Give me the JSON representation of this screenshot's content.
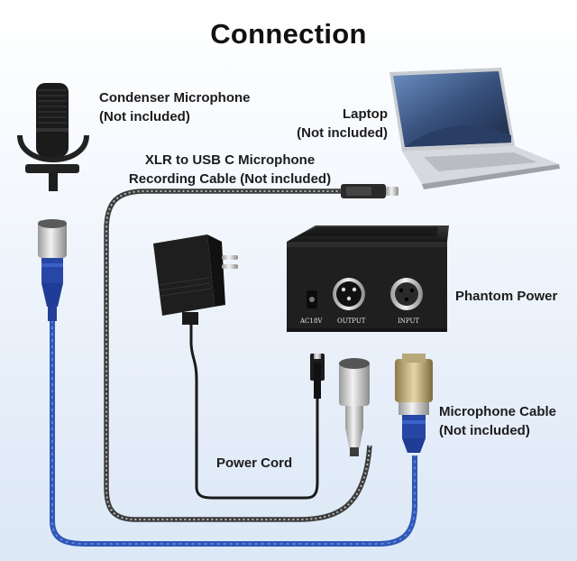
{
  "title": "Connection",
  "labels": {
    "condenser_microphone": {
      "line1": "Condenser Microphone",
      "line2": "(Not included)"
    },
    "laptop": {
      "line1": "Laptop",
      "line2": "(Not included)"
    },
    "xlr_usb_cable": {
      "line1": "XLR to USB C Microphone",
      "line2": "Recording Cable (Not included)"
    },
    "phantom_power": {
      "line1": "Phantom Power"
    },
    "microphone_cable": {
      "line1": "Microphone Cable",
      "line2": "(Not included)"
    },
    "power_cord": {
      "line1": "Power Cord"
    }
  },
  "device_markings": {
    "input_jack": "AC18V",
    "output_port": "OUTPUT",
    "input_port": "INPUT"
  },
  "colors": {
    "background": "#eef3fb",
    "blue_cable": "#2f57b8",
    "braided_cable": "#5a5a5a",
    "device_body": "#1c1c1c"
  }
}
